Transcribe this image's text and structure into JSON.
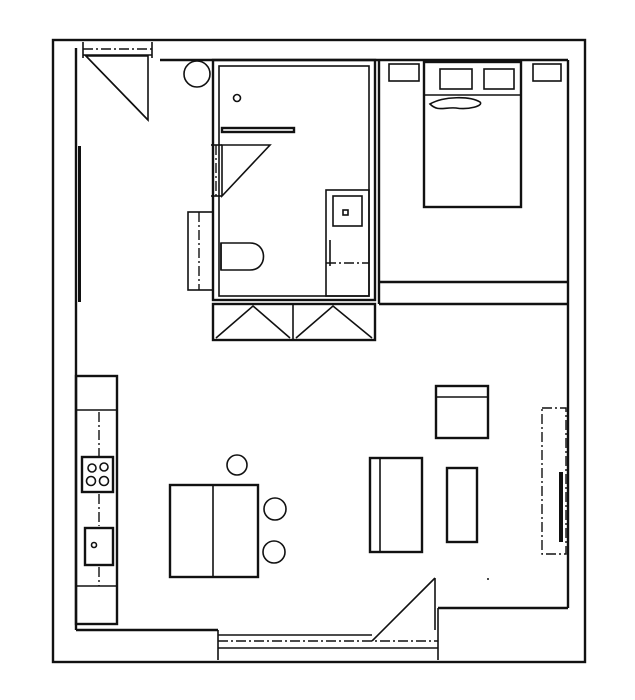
{
  "plan": {
    "labels": [],
    "rooms": [
      "entry",
      "bathroom",
      "bedroom",
      "closets",
      "kitchen",
      "dining",
      "living-room",
      "balcony"
    ],
    "stroke_color": "#111111",
    "background_color": "#ffffff"
  }
}
